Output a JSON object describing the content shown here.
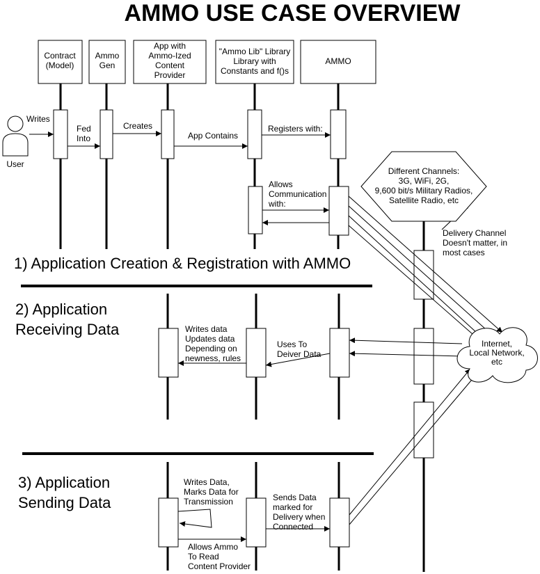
{
  "title": "AMMO USE CASE OVERVIEW",
  "actor": {
    "label": "User",
    "writes": "Writes"
  },
  "participants": [
    {
      "lines": [
        "Contract",
        "(Model)"
      ]
    },
    {
      "lines": [
        "Ammo",
        "Gen"
      ]
    },
    {
      "lines": [
        "App with",
        "Ammo-Ized",
        "Content",
        "Provider"
      ]
    },
    {
      "lines": [
        "\"Ammo Lib\" Library",
        "Library with",
        "Constants and f()s"
      ]
    },
    {
      "lines": [
        "AMMO"
      ]
    }
  ],
  "section1": {
    "heading": "1) Application Creation & Registration with AMMO",
    "fed_into": [
      "Fed",
      "Into"
    ],
    "creates": "Creates",
    "app_contains": "App Contains",
    "registers_with": "Registers with:",
    "allows_communication": [
      "Allows",
      "Communication",
      "with:"
    ]
  },
  "channels": {
    "text": [
      "Different Channels:",
      "3G, WiFi, 2G,",
      "9,600 bit/s Military Radios,",
      "Satellite Radio, etc"
    ],
    "delivery_note": [
      "Delivery Channel",
      "Doesn't matter, in",
      "most cases"
    ]
  },
  "network": {
    "lines": [
      "Internet,",
      "Local Network,",
      "etc"
    ]
  },
  "section2": {
    "heading": [
      "2) Application",
      "Receiving Data"
    ],
    "writes_data": [
      "Writes data",
      "Updates data",
      "Depending on",
      "newness, rules"
    ],
    "uses_to_deliver": [
      "Uses To",
      "Deiver Data"
    ]
  },
  "section3": {
    "heading": [
      "3) Application",
      "Sending Data"
    ],
    "writes_marks": [
      "Writes Data,",
      "Marks Data for",
      "Transmission"
    ],
    "allows_ammo_read": [
      "Allows Ammo",
      "To Read",
      "Content Provider"
    ],
    "sends_data": [
      "Sends Data",
      "marked for",
      "Delivery when",
      "Connected"
    ]
  }
}
